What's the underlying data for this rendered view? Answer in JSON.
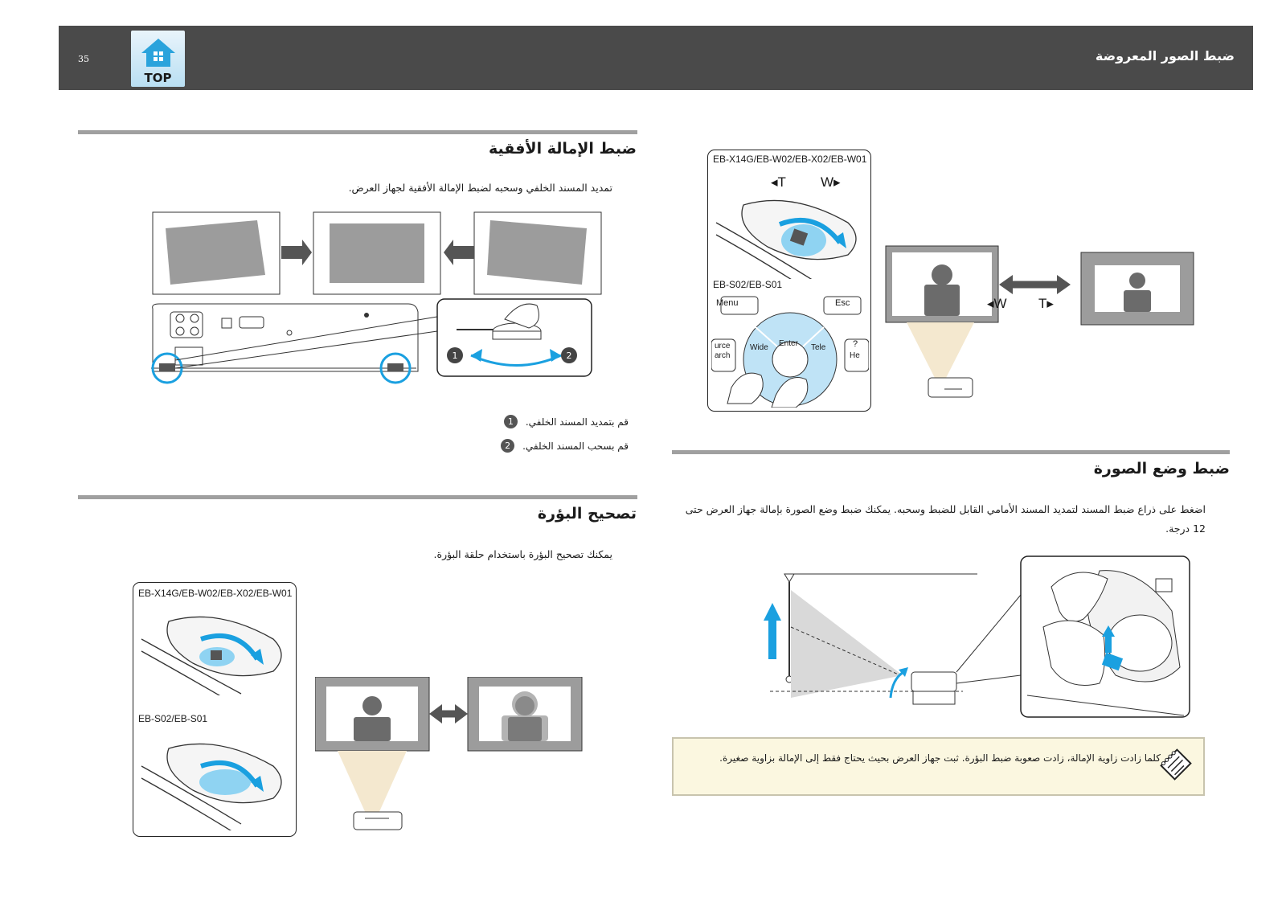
{
  "header": {
    "page_number": "35",
    "top_label": "TOP",
    "title": "ضبط الصور المعروضة"
  },
  "zoom_figure": {
    "model_a": "EB-X14G/EB-W02/EB-X02/EB-W01",
    "t_label": "◂T",
    "w_label": "W▸",
    "model_b": "EB-S02/EB-S01",
    "menu_key": "Menu",
    "esc_key": "Esc",
    "source_key_1": "urce",
    "source_key_2": "arch",
    "wide_key": "Wide",
    "enter_key": "Enter",
    "tele_key": "Tele",
    "help_key_1": "?",
    "help_key_2": "He",
    "w_arrow_label": "◂W",
    "t_arrow_label": "T▸"
  },
  "sections": {
    "image_position": {
      "title": "ضبط وضع الصورة",
      "body": "اضغط على ذراع ضبط المسند لتمديد المسند الأمامي القابل للضبط وسحبه. يمكنك ضبط وضع الصورة بإمالة جهاز العرض حتى 12 درجة."
    },
    "horizontal_tilt": {
      "title": "ضبط الإمالة الأفقية",
      "body": "تمديد المسند الخلفي وسحبه لضبط الإمالة الأفقية لجهاز العرض.",
      "steps": [
        "قم بتمديد المسند الخلفي.",
        "قم بسحب المسند الخلفي."
      ],
      "step_numbers": [
        "1",
        "2"
      ]
    },
    "focus": {
      "title": "تصحيح البؤرة",
      "body": "يمكنك تصحيح البؤرة باستخدام حلقة البؤرة.",
      "model_a": "EB-X14G/EB-W02/EB-X02/EB-W01",
      "model_b": "EB-S02/EB-S01"
    }
  },
  "note": {
    "text": "كلما زادت زاوية الإمالة، زادت صعوبة ضبط البؤرة. ثبت جهاز العرض بحيث يحتاج فقط إلى الإمالة بزاوية صغيرة."
  },
  "colors": {
    "header_bg": "#4a4a4a",
    "accent_blue": "#1aa0e0",
    "rule_gray": "#a0a0a0",
    "note_bg": "#fbf7e0"
  }
}
